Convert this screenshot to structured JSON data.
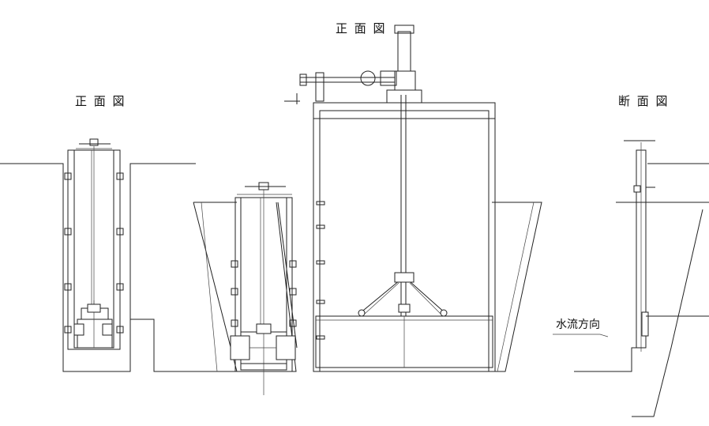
{
  "labels": {
    "left_view": "正 面 図",
    "center_view": "正 面 図",
    "right_view": "断 面 図",
    "flow_direction": "水流方向"
  },
  "colors": {
    "line": "#222222",
    "background": "#ffffff"
  }
}
